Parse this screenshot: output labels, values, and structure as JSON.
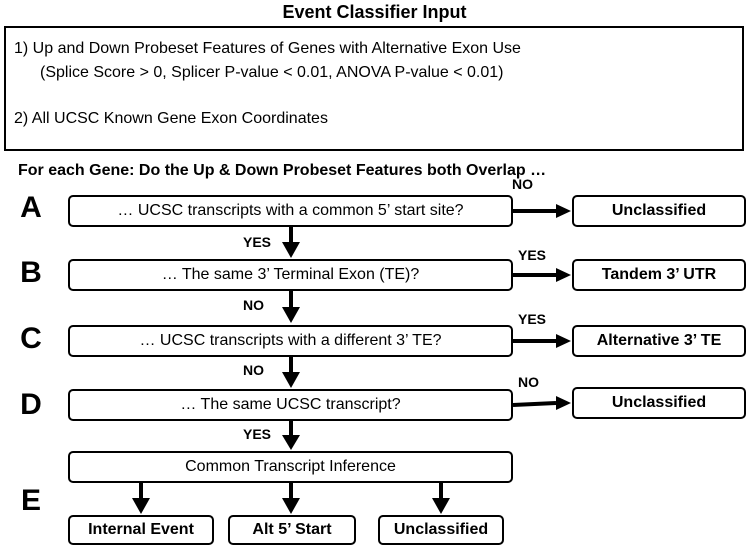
{
  "title": "Event Classifier Input",
  "input": {
    "line1": "1)  Up and Down Probeset Features of Genes with Alternative Exon Use",
    "line1b": "(Splice Score > 0, Splicer P-value < 0.01, ANOVA P-value < 0.01)",
    "line2": "2)  All UCSC Known Gene Exon Coordinates"
  },
  "prompt": "For each  Gene: Do the Up & Down Probeset Features both Overlap …",
  "steps": {
    "A": {
      "letter": "A",
      "question": "… UCSC transcripts with a common 5’ start site?",
      "yes_label": "YES",
      "no_label": "NO",
      "outcome": "Unclassified"
    },
    "B": {
      "letter": "B",
      "question": "… The same 3’ Terminal Exon (TE)?",
      "yes_label": "YES",
      "no_label": "NO",
      "outcome": "Tandem 3’ UTR"
    },
    "C": {
      "letter": "C",
      "question": "… UCSC transcripts with a different 3’ TE?",
      "yes_label": "YES",
      "no_label": "NO",
      "outcome": "Alternative 3’ TE"
    },
    "D": {
      "letter": "D",
      "question": "… The same UCSC transcript?",
      "yes_label": "YES",
      "no_label": "NO",
      "outcome": "Unclassified"
    },
    "E": {
      "letter": "E",
      "inference": "Common Transcript Inference",
      "outcomes": [
        "Internal Event",
        "Alt 5’ Start",
        "Unclassified"
      ]
    }
  }
}
